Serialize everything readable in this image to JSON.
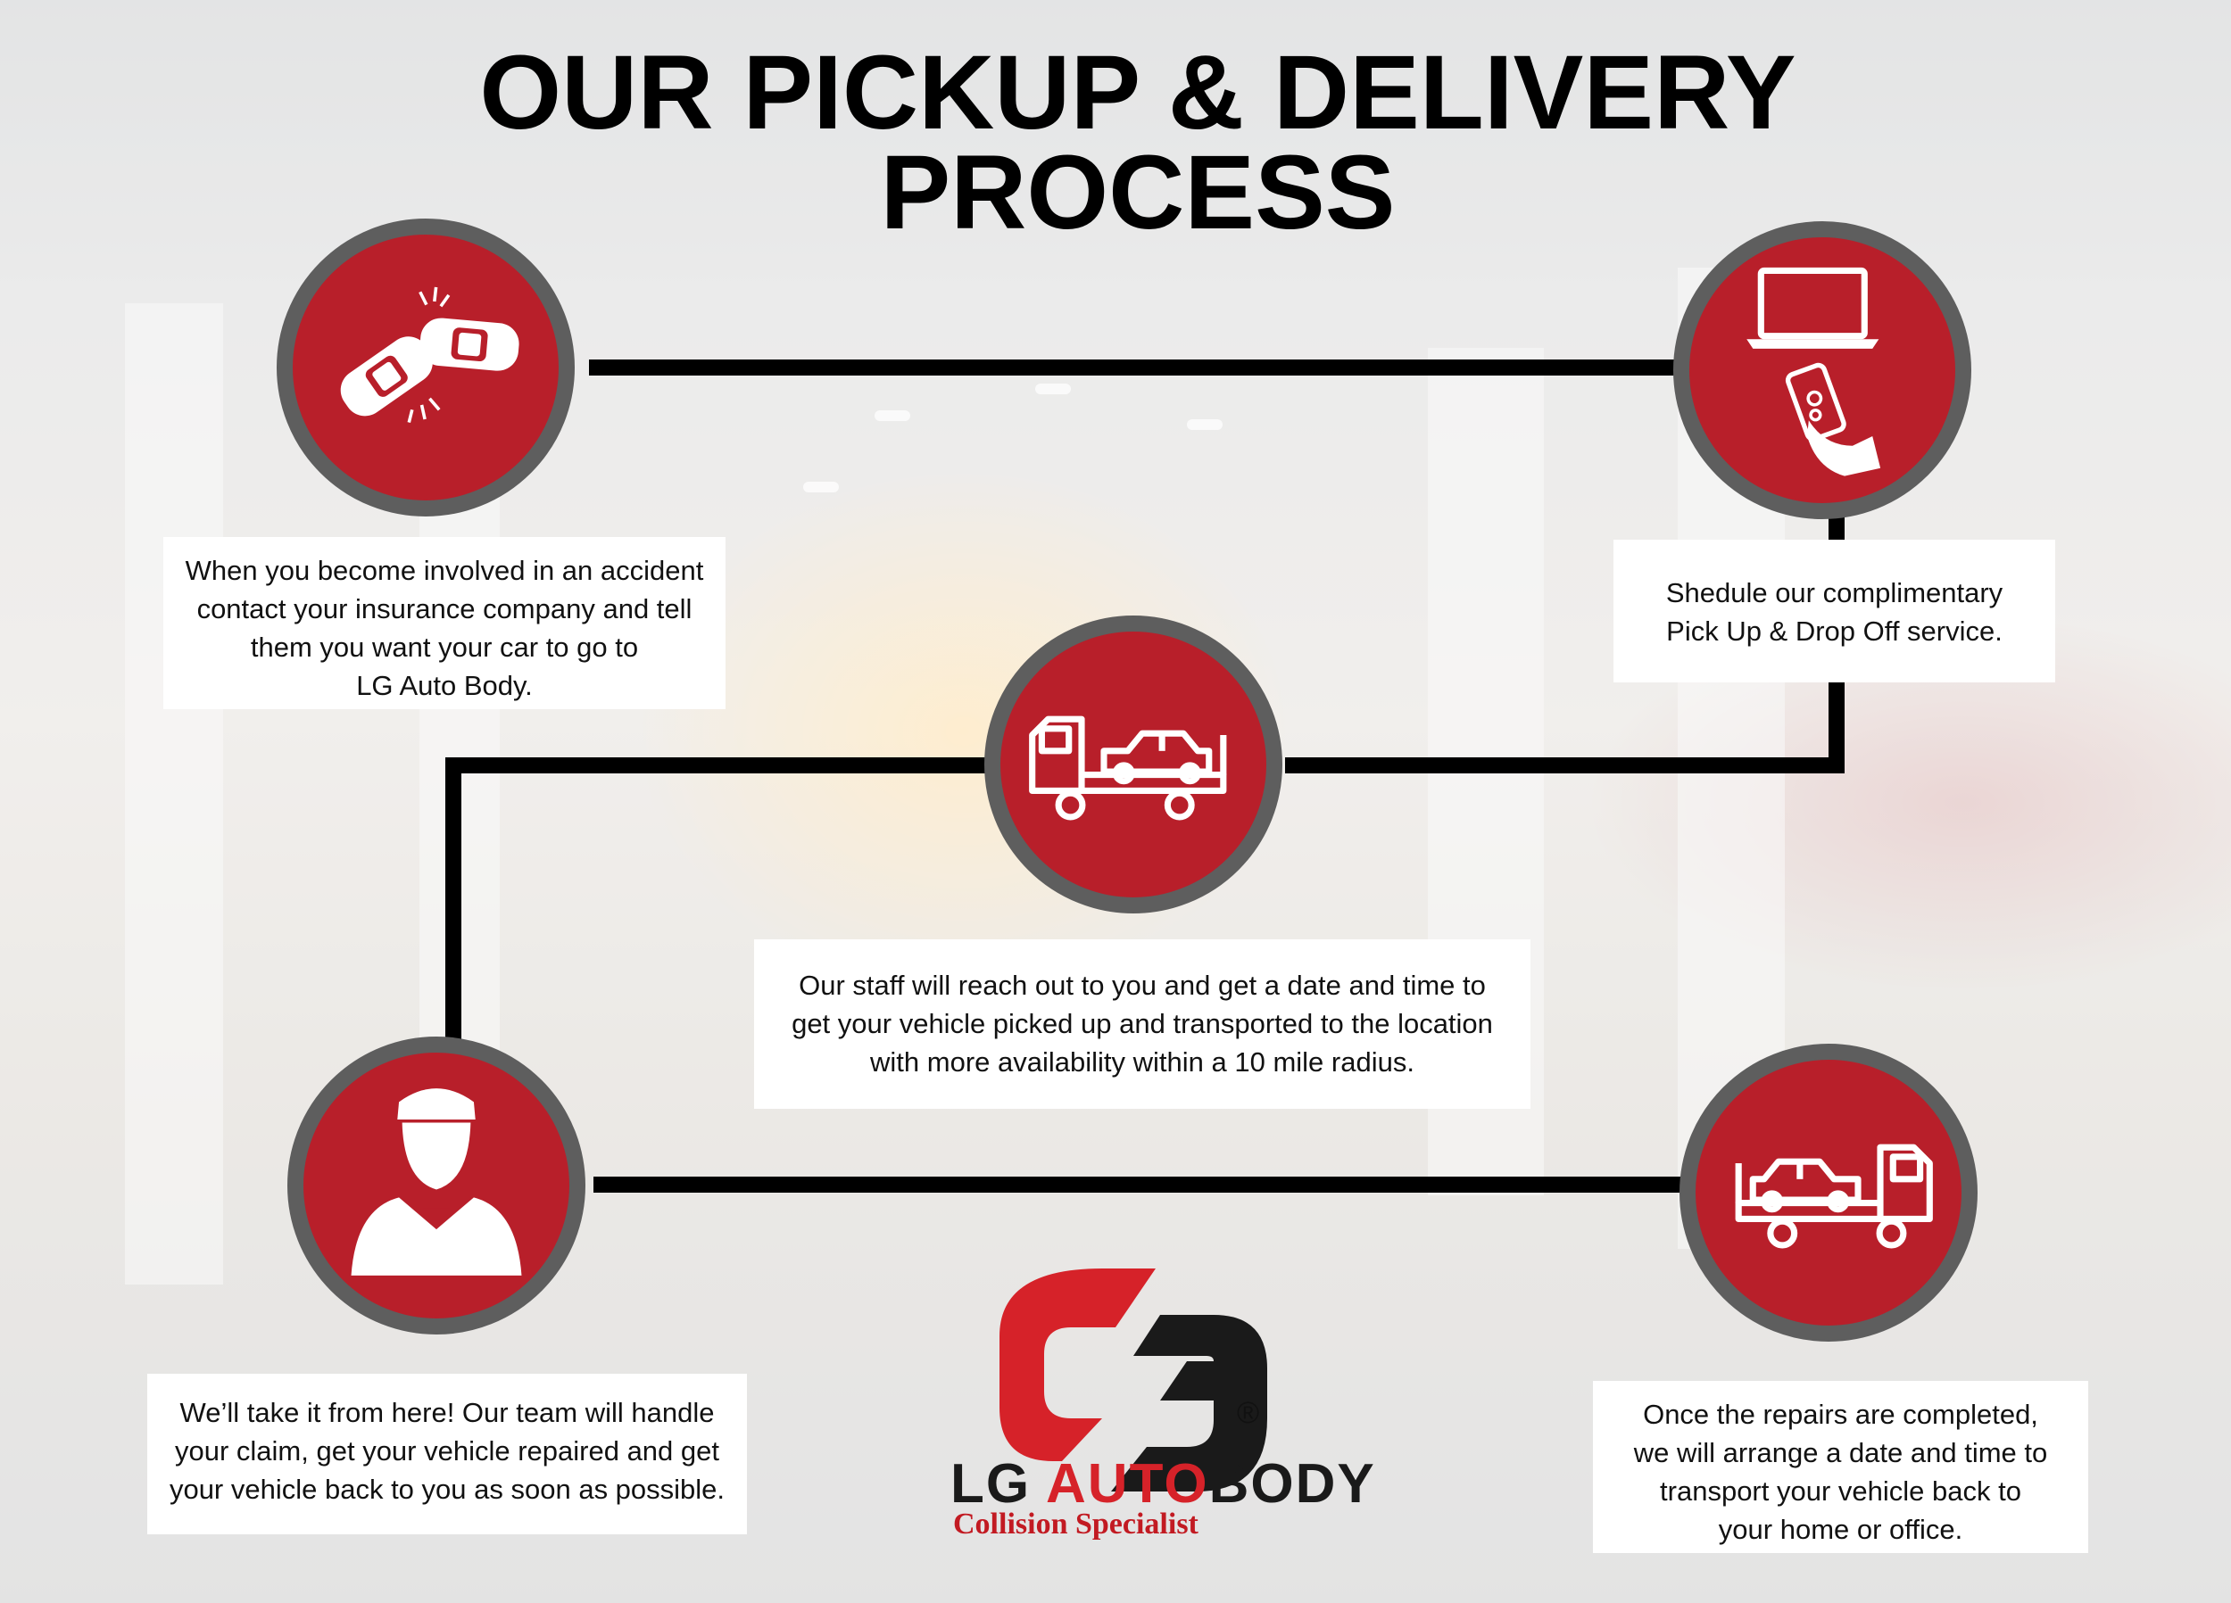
{
  "title": {
    "line1": "OUR PICKUP & DELIVERY",
    "line2": "PROCESS"
  },
  "colors": {
    "node_fill": "#b81f2a",
    "node_ring": "#5e5e5e",
    "connector": "#000000",
    "brand_red": "#d62229"
  },
  "steps": [
    {
      "icon": "car-crash-icon",
      "lines": [
        "When you become involved in an accident",
        "contact your insurance company and tell",
        "them you want your car to go to",
        "LG Auto Body."
      ]
    },
    {
      "icon": "laptop-phone-icon",
      "lines": [
        "Shedule our complimentary",
        "Pick Up & Drop Off service."
      ]
    },
    {
      "icon": "tow-truck-pickup-icon",
      "lines": [
        "Our staff will reach out to you and get a date and time to",
        "get your vehicle picked up and transported to the location",
        "with more availability within a 10 mile radius."
      ]
    },
    {
      "icon": "technician-icon",
      "lines": [
        "We’ll take it from here! Our team will handle",
        "your claim, get your vehicle repaired and get",
        "your vehicle back to you as soon as possible."
      ]
    },
    {
      "icon": "tow-truck-return-icon",
      "lines": [
        "Once the repairs are completed,",
        "we will arrange a date and time to",
        "transport your vehicle back to",
        "your home or office."
      ]
    }
  ],
  "logo": {
    "brand_part1": "LG ",
    "brand_part2": "AUTO",
    "brand_part3": "BODY",
    "tagline": "Collision Specialist",
    "registered": "®"
  }
}
